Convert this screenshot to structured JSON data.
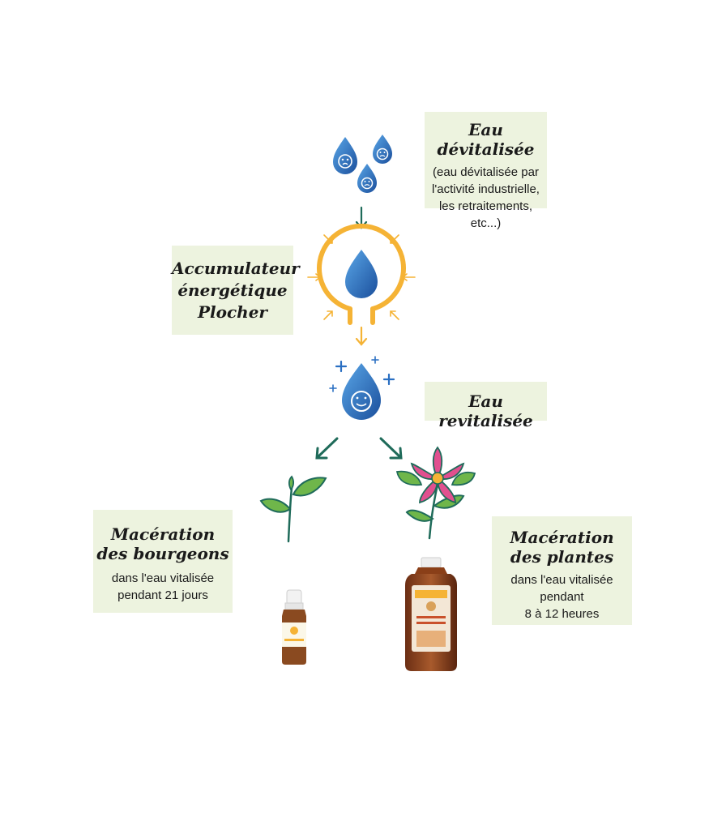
{
  "devitalized": {
    "title": "Eau dévitalisée",
    "desc": "(eau dévitalisée par\nl'activité industrielle,\nles retraitements,\netc...)"
  },
  "accumulator": {
    "title": "Accumulateur\nénergétique\nPlocher"
  },
  "revitalized": {
    "title": "Eau revitalisée"
  },
  "buds": {
    "title": "Macération\ndes bourgeons",
    "desc": "dans l'eau vitalisée\npendant 21 jours"
  },
  "plants": {
    "title": "Macération\ndes plantes",
    "desc": "dans l'eau vitalisée\npendant\n8 à 12 heures"
  },
  "colors": {
    "box_bg": "#edf3df",
    "arrow_green": "#1f6b5a",
    "accumulator_orange": "#f5b335",
    "drop_blue": "#1f64b5",
    "plus_blue": "#2a6fc2",
    "leaf_green": "#6fb64a",
    "petal_pink": "#e0508f"
  }
}
